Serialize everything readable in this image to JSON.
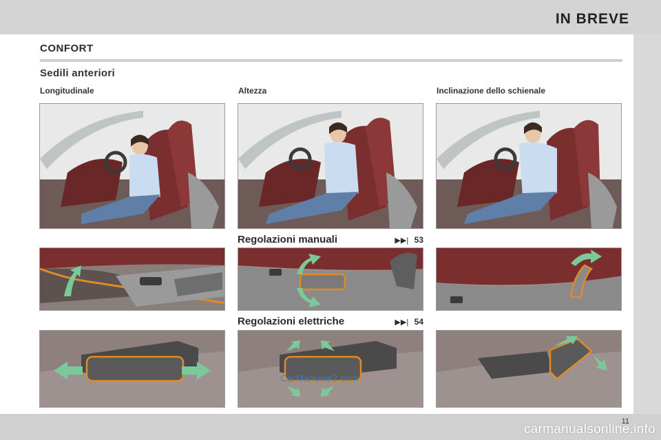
{
  "header": {
    "chapter_title": "IN BREVE"
  },
  "section": {
    "title": "CONFORT",
    "subtitle": "Sedili anteriori"
  },
  "columns": [
    {
      "label": "Longitudinale"
    },
    {
      "label": "Altezza"
    },
    {
      "label": "Inclinazione dello schienale"
    }
  ],
  "references": {
    "manual": {
      "label": "Regolazioni manuali",
      "icon": "▶▶|",
      "page": "53"
    },
    "electric": {
      "label": "Regolazioni elettriche",
      "icon": "▶▶|",
      "page": "54"
    }
  },
  "footer": {
    "page_number": "11",
    "watermark": "carmanualsonline.info",
    "overlay_watermark": "CarManuals2.com"
  },
  "colors": {
    "seat_red": "#7a2e2e",
    "arrow_green": "#7bc99a",
    "highlight_orange": "#e08a2a",
    "shirt_blue": "#c9dcf0",
    "jeans_blue": "#5f7fa8"
  }
}
